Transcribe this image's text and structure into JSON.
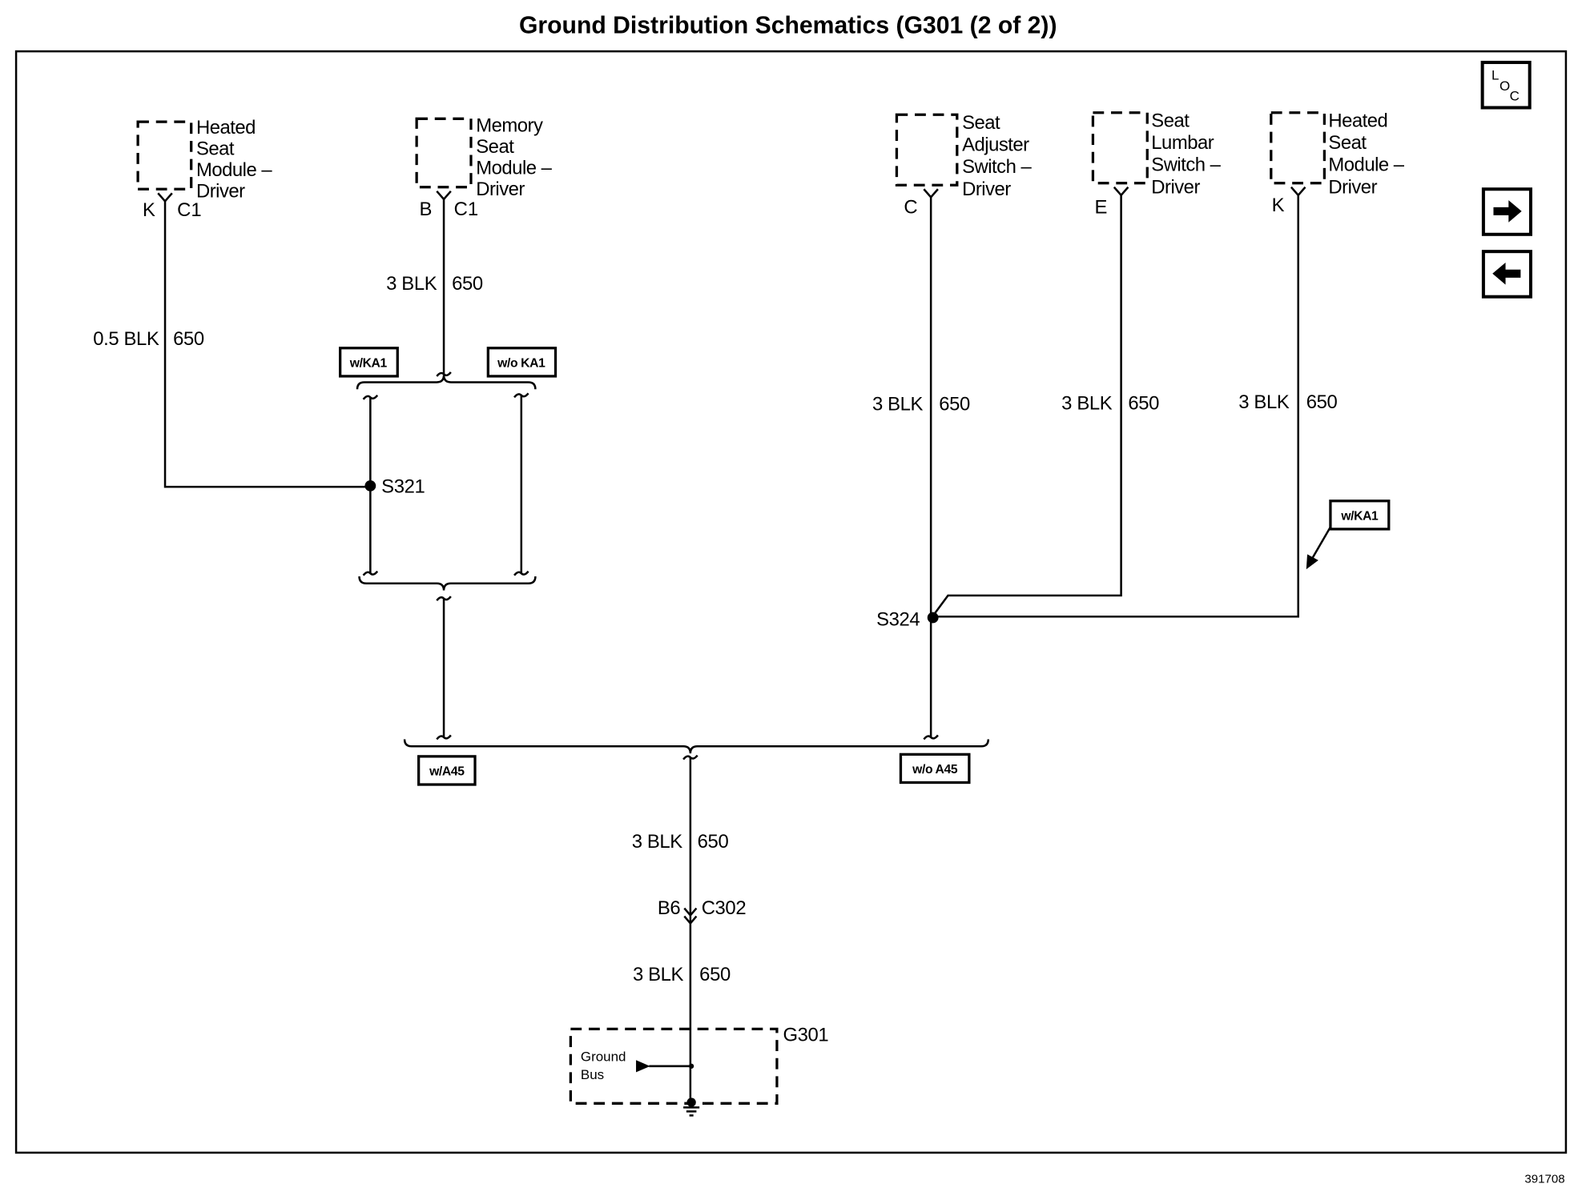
{
  "title": "Ground Distribution Schematics (G301 (2 of 2))",
  "figure_id": "391708",
  "colors": {
    "line": "#000000",
    "background": "#ffffff"
  },
  "nav": {
    "loc_letters": [
      "L",
      "O",
      "C"
    ],
    "loc_icon": "loc-icon",
    "next_icon": "right-arrow-icon",
    "prev_icon": "left-arrow-icon"
  },
  "components": [
    {
      "lines": [
        "Heated",
        "Seat",
        "Module –",
        "Driver"
      ],
      "pins": [
        "K",
        "C1"
      ]
    },
    {
      "lines": [
        "Memory",
        "Seat",
        "Module –",
        "Driver"
      ],
      "pins": [
        "B",
        "C1"
      ]
    },
    {
      "lines": [
        "Seat",
        "Adjuster",
        "Switch –",
        "Driver"
      ],
      "pins": [
        "C"
      ]
    },
    {
      "lines": [
        "Seat",
        "Lumbar",
        "Switch –",
        "Driver"
      ],
      "pins": [
        "E"
      ]
    },
    {
      "lines": [
        "Heated",
        "Seat",
        "Module –",
        "Driver"
      ],
      "pins": [
        "K"
      ]
    }
  ],
  "wires": [
    {
      "size_color": "0.5 BLK",
      "circuit": "650"
    },
    {
      "size_color": "3 BLK",
      "circuit": "650"
    },
    {
      "size_color": "3 BLK",
      "circuit": "650"
    },
    {
      "size_color": "3 BLK",
      "circuit": "650"
    },
    {
      "size_color": "3 BLK",
      "circuit": "650"
    },
    {
      "size_color": "3 BLK",
      "circuit": "650"
    },
    {
      "size_color": "3 BLK",
      "circuit": "650"
    }
  ],
  "options": {
    "upper_with": "w/KA1",
    "upper_without": "w/o KA1",
    "right_with": "w/KA1",
    "lower_with": "w/A45",
    "lower_without": "w/o A45"
  },
  "splices": [
    "S321",
    "S324"
  ],
  "connector": {
    "cavity": "B6",
    "name": "C302"
  },
  "ground": {
    "name": "G301",
    "bus_lines": [
      "Ground",
      "Bus"
    ]
  }
}
